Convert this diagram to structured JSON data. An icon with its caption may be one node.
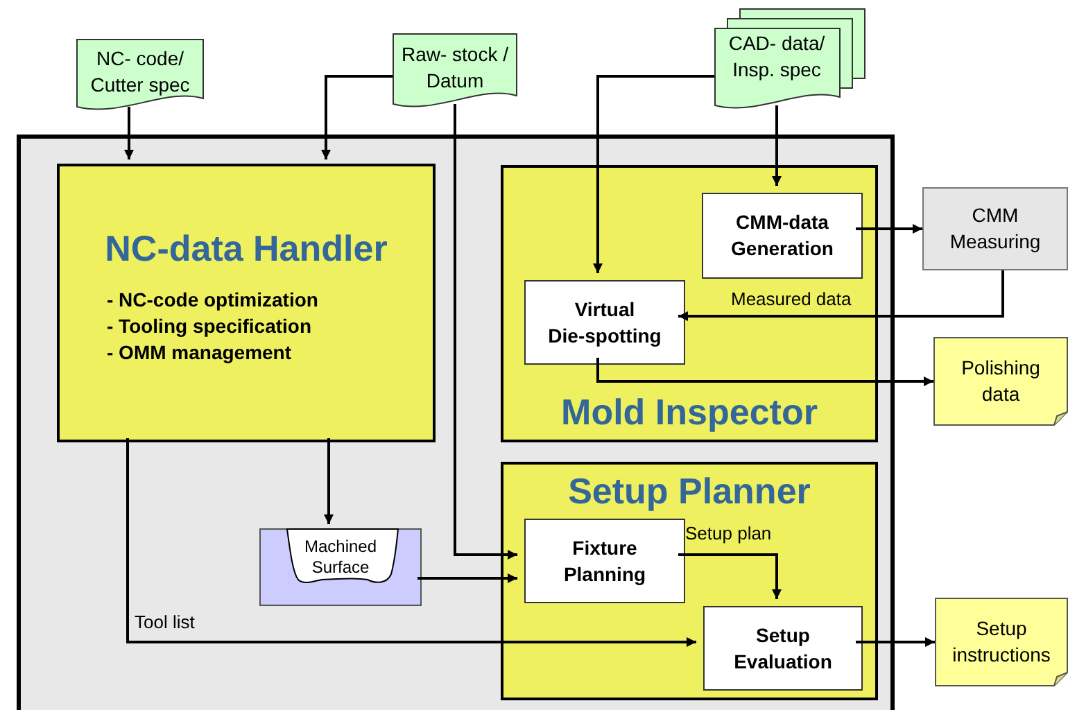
{
  "diagram": {
    "nodes": [
      {
        "text": [],
        "shape": "box"
      },
      {
        "text": [
          "NC- code/ Cutter spec"
        ]
      },
      {
        "text": [
          "Raw- stock / Datum"
        ]
      },
      {
        "text": [
          "CAD- data/ Insp. spec"
        ]
      },
      {
        "text": [
          "NC-data Handler",
          "- NC-code optimization",
          "- Tooling specification",
          "- OMM management"
        ],
        "in": 0
      },
      {
        "text": [
          "Mold Inspector"
        ],
        "in": 0
      },
      {
        "text": [
          "CMM-data Generation"
        ],
        "in": 5
      },
      {
        "text": [
          "Virtual Die-spotting"
        ],
        "in": 5
      },
      {
        "text": [
          "Setup Planner"
        ],
        "in": 0
      },
      {
        "text": [
          "Fixture Planning"
        ],
        "in": 8
      },
      {
        "text": [
          "Setup Evaluation"
        ],
        "in": 8
      },
      {
        "text": [
          "Machined Surface"
        ],
        "in": 0
      },
      {
        "text": [
          "CMM Measuring"
        ]
      },
      {
        "text": [
          "Polishing data"
        ]
      },
      {
        "text": [
          "Setup instructions"
        ]
      }
    ],
    "edges": [
      {
        "from": 1,
        "to": 4,
        "arrow": "to"
      },
      {
        "from": 2,
        "to": 4,
        "arrow": "to"
      },
      {
        "from": 2,
        "to": 9,
        "arrow": "to"
      },
      {
        "from": 3,
        "to": 6,
        "arrow": "to"
      },
      {
        "from": 3,
        "to": 7,
        "arrow": "to"
      },
      {
        "from": 6,
        "to": 12,
        "arrow": "to"
      },
      {
        "from": 12,
        "to": 7,
        "arrow": "to",
        "label": "Measured data"
      },
      {
        "from": 7,
        "to": 13,
        "arrow": "to"
      },
      {
        "from": 4,
        "to": 11,
        "arrow": "to"
      },
      {
        "from": 11,
        "to": 9,
        "arrow": "to"
      },
      {
        "from": 4,
        "to": 10,
        "arrow": "to",
        "label": "Tool list"
      },
      {
        "from": 9,
        "to": 10,
        "arrow": "to",
        "label": "Setup plan"
      },
      {
        "from": 10,
        "to": 14,
        "arrow": "to"
      }
    ]
  }
}
